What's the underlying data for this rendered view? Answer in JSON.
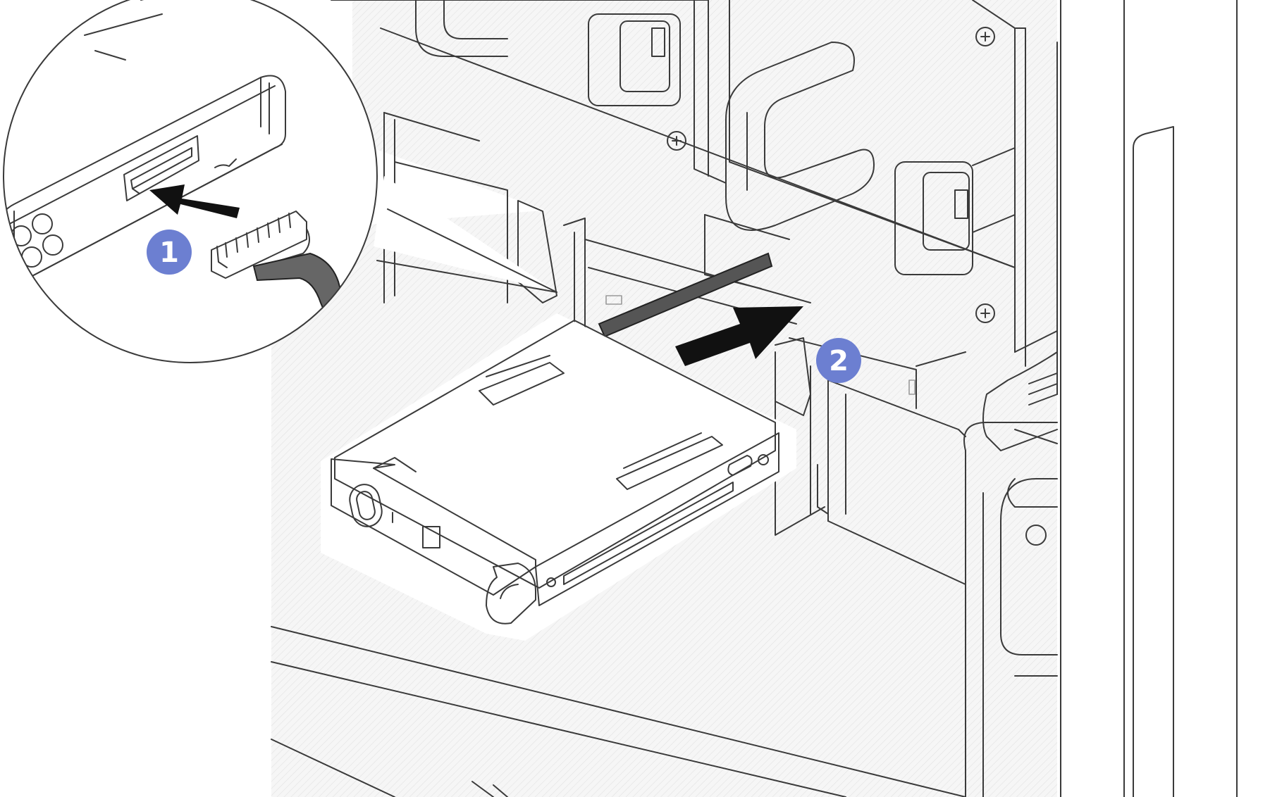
{
  "figure": {
    "description_kind": "hardware installation illustration",
    "steps": [
      {
        "number": "1",
        "action": "connect-cable-arrow"
      },
      {
        "number": "2",
        "action": "slide-drive-in-arrow"
      }
    ],
    "colors": {
      "callout": "#6c7fd1",
      "arrow": "#111111",
      "line": "#3a3a3a",
      "chassis_shade": "#f1f1f1",
      "drive_fill": "#d9d9d9"
    },
    "icons": [
      "screw-icon",
      "arrow-icon",
      "connector-icon"
    ]
  }
}
